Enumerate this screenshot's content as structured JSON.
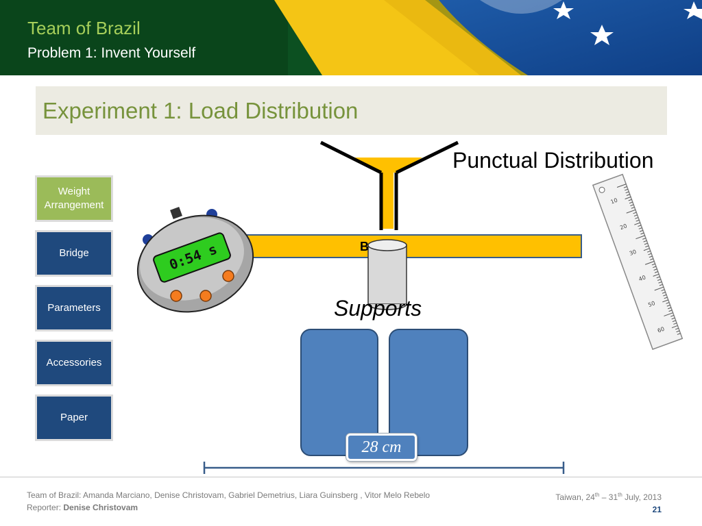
{
  "header": {
    "title": "Team of Brazil",
    "subtitle": "Problem 1: Invent Yourself"
  },
  "section": {
    "title": "Experiment 1: Load Distribution"
  },
  "nav": {
    "items": [
      {
        "label": "Weight Arrangement",
        "active": true
      },
      {
        "label": "Bridge",
        "active": false
      },
      {
        "label": "Parameters",
        "active": false
      },
      {
        "label": "Accessories",
        "active": false
      },
      {
        "label": "Paper",
        "active": false
      }
    ]
  },
  "diagram": {
    "punctual_label": "Punctual Distribution",
    "supports_label": "Supports",
    "bridge_letter": "B",
    "stopwatch_display": "0:54 s",
    "distance_label": "28 cm",
    "ruler_marks": [
      "10",
      "20",
      "30",
      "40",
      "50",
      "60"
    ]
  },
  "footer": {
    "members": "Team of Brazil: Amanda Marciano, Denise Christovam, Gabriel Demetrius, Liara Guinsberg , Vitor Melo Rebelo",
    "reporter_label": "Reporter:",
    "reporter_name": "Denise Christovam",
    "location": "Taiwan, 24",
    "date_sup1": "th",
    "date_mid": " – 31",
    "date_sup2": "th",
    "date_end": " July, 2013",
    "page_number": "21"
  },
  "colors": {
    "accent_green": "#77933c",
    "nav_active": "#9bbb59",
    "nav_normal": "#1f497d",
    "beam_yellow": "#ffc000",
    "support_blue": "#4f81bd"
  }
}
